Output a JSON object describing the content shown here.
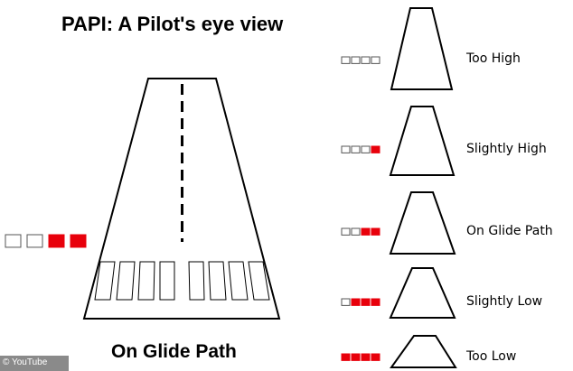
{
  "title": "PAPI: A Pilot's eye view",
  "main_view": {
    "caption": "On Glide Path",
    "lights": [
      "white",
      "white",
      "red",
      "red"
    ]
  },
  "states": [
    {
      "label": "Too High",
      "lights": [
        "white",
        "white",
        "white",
        "white"
      ]
    },
    {
      "label": "Slightly High",
      "lights": [
        "white",
        "white",
        "white",
        "red"
      ]
    },
    {
      "label": "On Glide Path",
      "lights": [
        "white",
        "white",
        "red",
        "red"
      ]
    },
    {
      "label": "Slightly Low",
      "lights": [
        "white",
        "red",
        "red",
        "red"
      ]
    },
    {
      "label": "Too Low",
      "lights": [
        "red",
        "red",
        "red",
        "red"
      ]
    }
  ],
  "watermark": "© YouTube",
  "colors": {
    "red_light": "#e8000b",
    "white_light": "#ffffff",
    "outline": "#000000",
    "watermark_bg": "#8a8a8a"
  }
}
